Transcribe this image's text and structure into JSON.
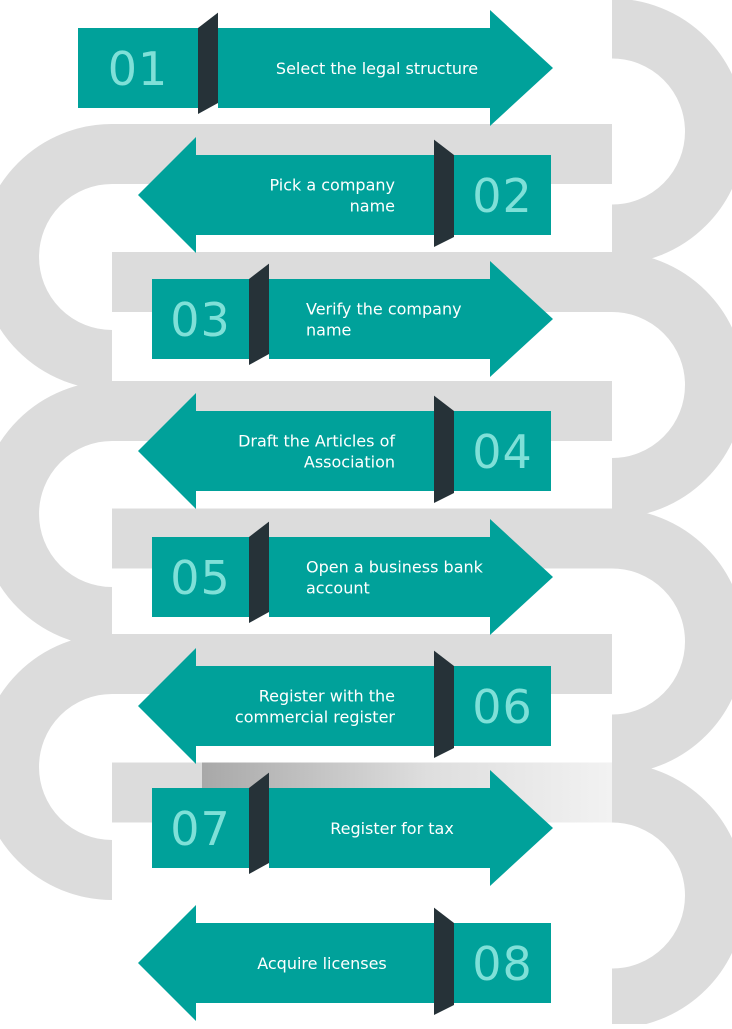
{
  "colors": {
    "teal": "#00a19a",
    "dark": "#263238",
    "number": "#7fe0d8",
    "track": "#dcdcdc",
    "background": "#ffffff"
  },
  "steps": [
    {
      "number": "01",
      "lines": [
        "Select the legal structure"
      ],
      "direction": "right"
    },
    {
      "number": "02",
      "lines": [
        "Pick a company",
        "name"
      ],
      "direction": "left"
    },
    {
      "number": "03",
      "lines": [
        "Verify the company",
        "name"
      ],
      "direction": "right"
    },
    {
      "number": "04",
      "lines": [
        "Draft the Articles of",
        "Association"
      ],
      "direction": "left"
    },
    {
      "number": "05",
      "lines": [
        "Open a business bank",
        "account"
      ],
      "direction": "right"
    },
    {
      "number": "06",
      "lines": [
        "Register with the",
        "commercial register"
      ],
      "direction": "left"
    },
    {
      "number": "07",
      "lines": [
        "Register for tax"
      ],
      "direction": "right"
    },
    {
      "number": "08",
      "lines": [
        "Acquire licenses"
      ],
      "direction": "left"
    }
  ]
}
